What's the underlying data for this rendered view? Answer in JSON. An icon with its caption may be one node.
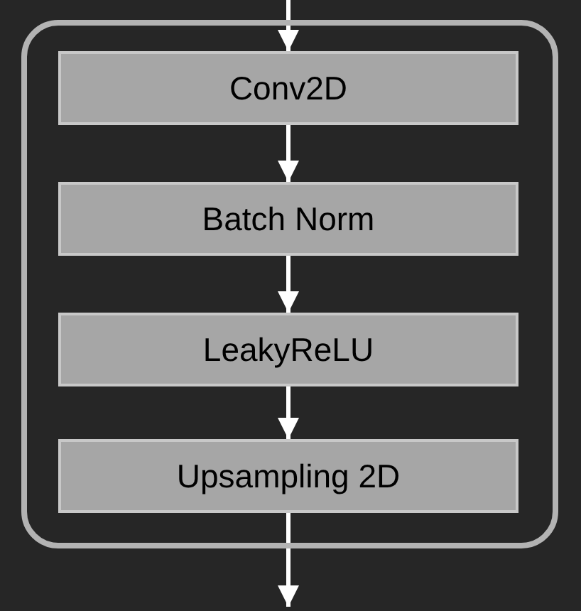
{
  "diagram": {
    "nodes": [
      {
        "text": [],
        "shape": "box"
      },
      {
        "text": [
          "Conv2D"
        ],
        "in": 0
      },
      {
        "text": [
          "Batch Norm"
        ],
        "in": 0
      },
      {
        "text": [
          "LeakyReLU"
        ],
        "in": 0
      },
      {
        "text": [
          "Upsampling 2D"
        ],
        "in": 0
      }
    ],
    "edges": [
      {
        "from": null,
        "to": 1,
        "arrow": "to"
      },
      {
        "from": 1,
        "to": 2,
        "arrow": "to"
      },
      {
        "from": 2,
        "to": 3,
        "arrow": "to"
      },
      {
        "from": 3,
        "to": 4,
        "arrow": "to"
      },
      {
        "from": 4,
        "to": null,
        "arrow": "to"
      }
    ]
  }
}
